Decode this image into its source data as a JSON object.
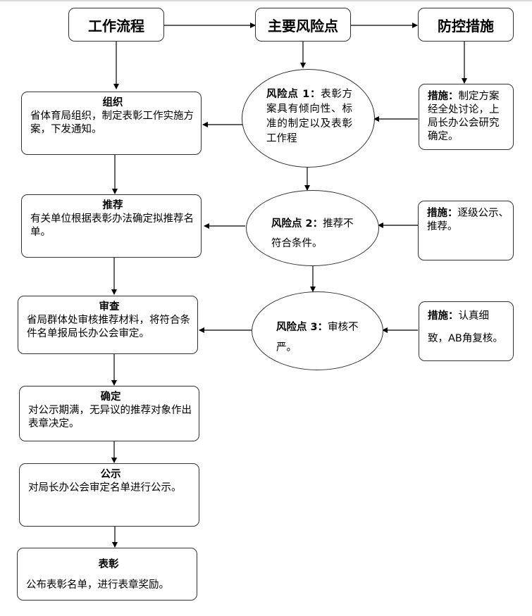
{
  "headers": {
    "workflow": "工作流程",
    "risks": "主要风险点",
    "controls": "防控措施"
  },
  "steps": [
    {
      "title": "组织",
      "text": "省体育局组织，制定表彰工作实施方案，下发通知。"
    },
    {
      "title": "推荐",
      "text": "有关单位根据表彰办法确定拟推荐名单。"
    },
    {
      "title": "审查",
      "text": "省局群体处审核推荐材料，将符合条件名单报局长办公会审定。"
    },
    {
      "title": "确定",
      "text": "对公示期满，无异议的推荐对象作出表章决定。"
    },
    {
      "title": "公示",
      "text": "对局长办公会审定名单进行公示。"
    },
    {
      "title": "表彰",
      "text": "公布表彰名单，进行表章奖励。"
    }
  ],
  "risks": [
    {
      "label": "风险点 1：",
      "text": "表彰方案具有倾向性、标准的制定以及表彰工作程"
    },
    {
      "label": "风险点 2：",
      "text": "推荐不符合条件。"
    },
    {
      "label": "风险点 3：",
      "text": "审核不严。"
    }
  ],
  "measures": [
    {
      "label": "措施：",
      "text": "制定方案经全处讨论，上局长办公会研究确定。"
    },
    {
      "label": "措施：",
      "text": "逐级公示、推荐。"
    },
    {
      "label": "措施：",
      "text": "认真细致，AB角复核。"
    }
  ]
}
